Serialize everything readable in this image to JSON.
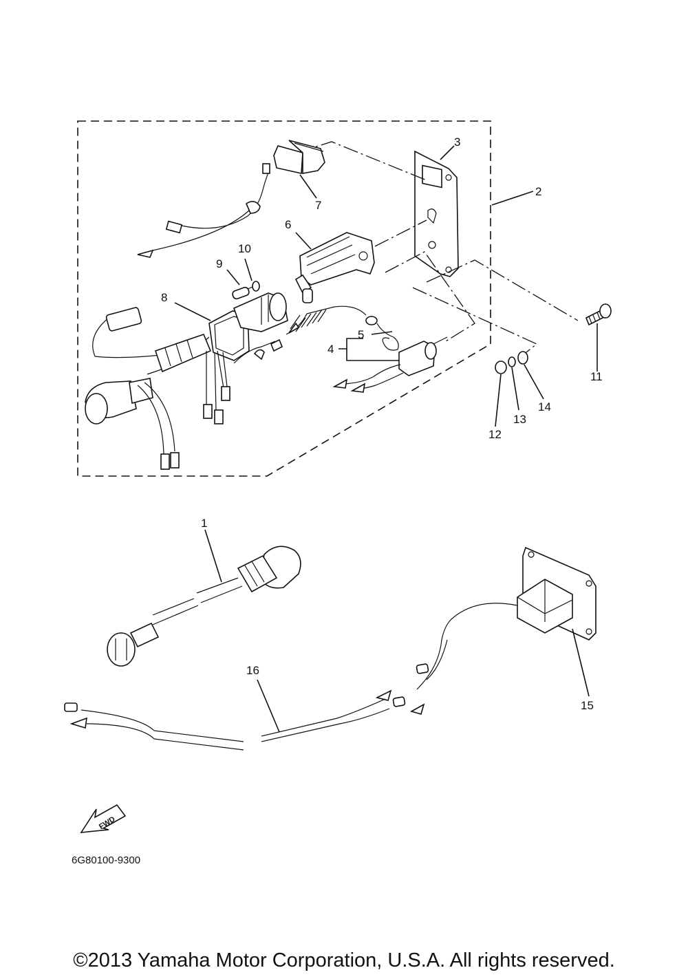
{
  "callouts": {
    "c1": "1",
    "c2": "2",
    "c3": "3",
    "c4": "4",
    "c5": "5",
    "c6": "6",
    "c7": "7",
    "c8": "8",
    "c9": "9",
    "c10": "10",
    "c11": "11",
    "c12": "12",
    "c13": "13",
    "c14": "14",
    "c15": "15",
    "c16": "16"
  },
  "fwd_label": "FWD",
  "diagram_code": "6G80100-9300",
  "copyright": "©2013 Yamaha Motor Corporation, U.S.A. All rights reserved."
}
